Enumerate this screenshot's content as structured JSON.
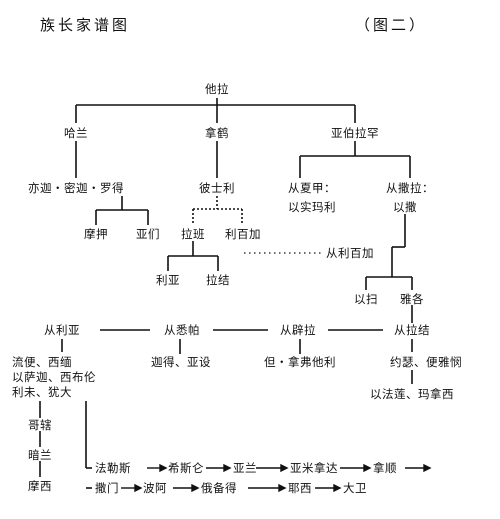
{
  "header": {
    "title": "族长家谱图",
    "figure_label": "（图二）"
  },
  "nodes": {
    "terah": "他拉",
    "haran": "哈兰",
    "nahor": "拿鹤",
    "abraham": "亚伯拉罕",
    "milcah_iscah_lot": "亦迦・密迦・罗得",
    "bethuel": "彼士利",
    "hagar": "从夏甲：",
    "ishmael": "以实玛利",
    "sarah": "从撒拉：",
    "isaac": "以撒",
    "moab": "摩押",
    "ammon": "亚们",
    "laban": "拉班",
    "rebekah": "利百加",
    "from_rebekah": "从利百加",
    "leah_d": "利亚",
    "rachel_d": "拉结",
    "esau": "以扫",
    "jacob": "雅各",
    "from_leah": "从利亚",
    "from_bilhah": "从悉帕",
    "from_zilpah": "从辟拉",
    "from_rachel": "从拉结",
    "leah_sons_1": "流便、西缅",
    "leah_sons_2": "以萨迦、西布伦",
    "leah_sons_3": "利未、犹大",
    "bilhah_sons": "迦得、亚设",
    "zilpah_sons": "但・拿弗他利",
    "rachel_sons_1": "约瑟、便雅悯",
    "rachel_sons_2": "以法莲、玛拿西",
    "kohath": "哥辖",
    "amram": "暗兰",
    "moses": "摩西",
    "line1": [
      "法勒斯",
      "希斯仑",
      "亚兰",
      "亚米拿达",
      "拿顺"
    ],
    "line2": [
      "撒门",
      "波阿",
      "俄备得",
      "耶西",
      "大卫"
    ]
  }
}
